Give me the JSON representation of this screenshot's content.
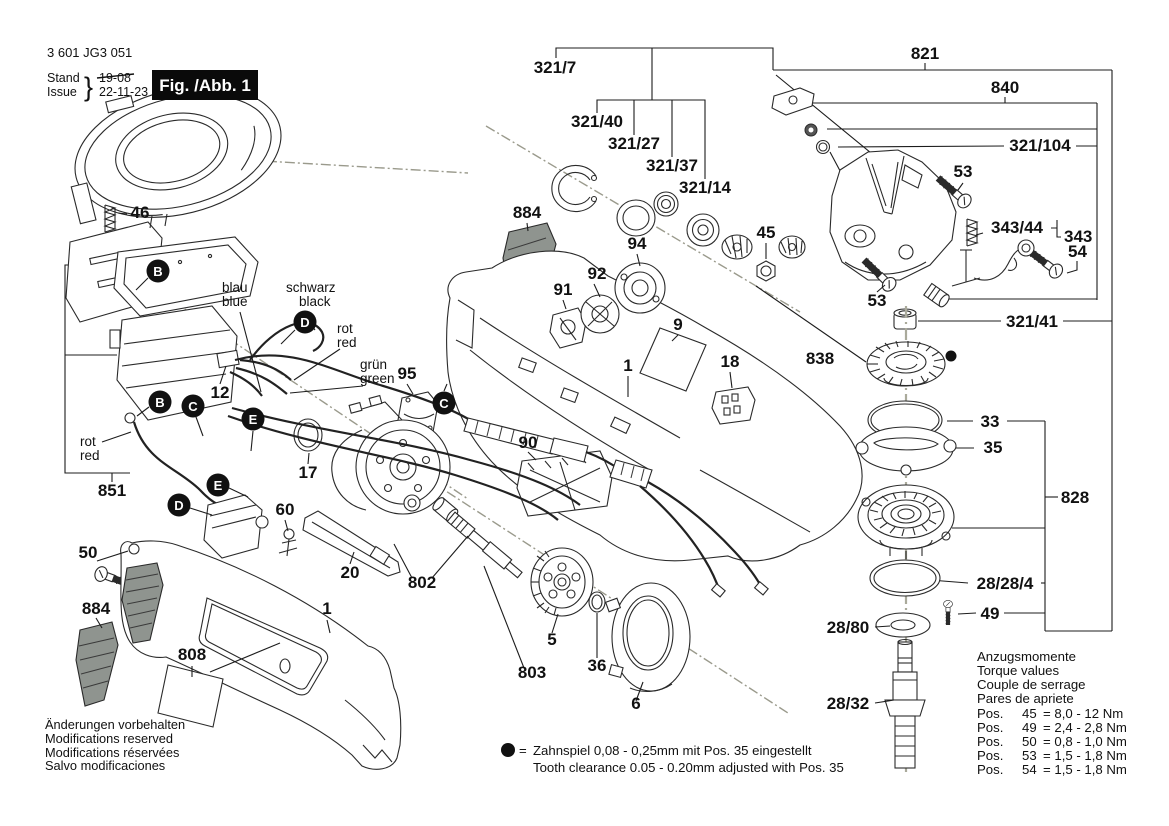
{
  "header": {
    "type_number": "3 601 JG3 051",
    "stand_label": "Stand",
    "issue_label": "Issue",
    "brace": "}",
    "old_date": "19-08",
    "new_date": "22-11-23",
    "figure_label": "Fig. /Abb. 1"
  },
  "callouts": {
    "c321_7": "321/7",
    "c321_40": "321/40",
    "c321_27": "321/27",
    "c321_37": "321/37",
    "c321_14": "321/14",
    "c884": "884",
    "c94": "94",
    "c92": "92",
    "c91": "91",
    "c95": "95",
    "c9": "9",
    "c18": "18",
    "c1": "1",
    "c45": "45",
    "c46": "46",
    "c12": "12",
    "c851": "851",
    "c50": "50",
    "c808": "808",
    "c17": "17",
    "c60": "60",
    "c20": "20",
    "c802": "802",
    "c803": "803",
    "c5": "5",
    "c36": "36",
    "c6": "6",
    "c90": "90",
    "c821": "821",
    "c840": "840",
    "c321_104": "321/104",
    "c53": "53",
    "c343_44": "343/44",
    "c343": "343",
    "c54": "54",
    "c321_41": "321/41",
    "c838": "838",
    "c33": "33",
    "c35": "35",
    "c828": "828",
    "c28_28_4": "28/28/4",
    "c28_80": "28/80",
    "c49": "49",
    "c28_32": "28/32"
  },
  "markers": {
    "b": "B",
    "c": "C",
    "d": "D",
    "e": "E"
  },
  "wire_labels": {
    "blau": "blau",
    "blue": "blue",
    "schwarz": "schwarz",
    "black": "black",
    "rot": "rot",
    "red": "red",
    "gruen": "grün",
    "green": "green"
  },
  "legend": {
    "bullet": "●",
    "equals": "=",
    "line1": "Zahnspiel 0,08 - 0,25mm mit Pos. 35 eingestellt",
    "line2": "Tooth clearance 0.05 - 0.20mm adjusted with Pos. 35"
  },
  "torque": {
    "titles": [
      "Anzugsmomente",
      "Torque values",
      "Couple de serrage",
      "Pares de apriete"
    ],
    "rows": [
      {
        "pos": "Pos.",
        "num": "45",
        "value": "= 8,0 - 12  Nm"
      },
      {
        "pos": "Pos.",
        "num": "49",
        "value": "= 2,4 - 2,8 Nm"
      },
      {
        "pos": "Pos.",
        "num": "50",
        "value": "= 0,8 - 1,0 Nm"
      },
      {
        "pos": "Pos.",
        "num": "53",
        "value": "= 1,5 - 1,8 Nm"
      },
      {
        "pos": "Pos.",
        "num": "54",
        "value": "= 1,5 - 1,8 Nm"
      }
    ]
  },
  "revision": [
    "Änderungen vorbehalten",
    "Modifications reserved",
    "Modifications réservées",
    "Salvo modificaciones"
  ]
}
